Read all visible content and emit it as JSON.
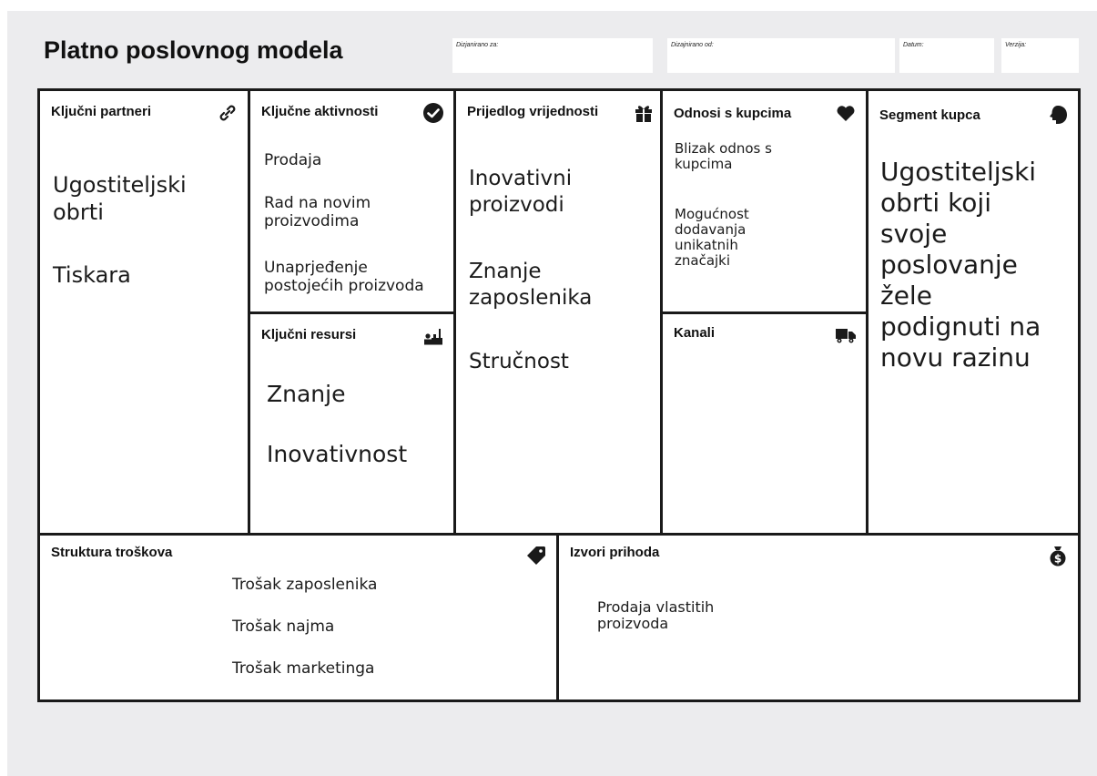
{
  "title": "Platno poslovnog modela",
  "meta": {
    "designed_for_label": "Dizjanirano za:",
    "designed_by_label": "Dizajnirano od:",
    "date_label": "Datum:",
    "version_label": "Verzija:"
  },
  "key_partners": {
    "heading": "Ključni partneri",
    "icon": "link-icon",
    "items": [
      "Ugostiteljski\nobrti",
      "Tiskara"
    ]
  },
  "key_activities": {
    "heading": "Ključne aktivnosti",
    "icon": "checkmark-circle-icon",
    "items": [
      "Prodaja",
      "Rad na novim\nproizvodima",
      "Unaprjeđenje\npostojećih proizvoda"
    ]
  },
  "key_resources": {
    "heading": "Ključni resursi",
    "icon": "factory-worker-icon",
    "items": [
      "Znanje",
      "Inovativnost"
    ]
  },
  "value_proposition": {
    "heading": "Prijedlog vrijednosti",
    "icon": "gift-icon",
    "items": [
      "Inovativni\nproizvodi",
      "Znanje\nzaposlenika",
      "Stručnost"
    ]
  },
  "customer_relationships": {
    "heading": "Odnosi s kupcima",
    "icon": "heart-icon",
    "items": [
      "Blizak odnos s\nkupcima",
      "Mogućnost\ndodavanja\nunikatnih\nznačajki"
    ]
  },
  "channels": {
    "heading": "Kanali",
    "icon": "truck-icon"
  },
  "customer_segments": {
    "heading": "Segment kupca",
    "icon": "head-icon",
    "items": [
      "Ugostiteljski\nobrti koji\nsvoje\nposlovanje\nžele\npodignuti na\nnovu razinu"
    ]
  },
  "cost_structure": {
    "heading": "Struktura troškova",
    "icon": "price-tag-icon",
    "items": [
      "Trošak zaposlenika",
      "Trošak najma",
      "Trošak marketinga"
    ]
  },
  "revenue_streams": {
    "heading": "Izvori prihoda",
    "icon": "money-bag-icon",
    "items": [
      "Prodaja vlastitih\nproizvoda"
    ]
  }
}
